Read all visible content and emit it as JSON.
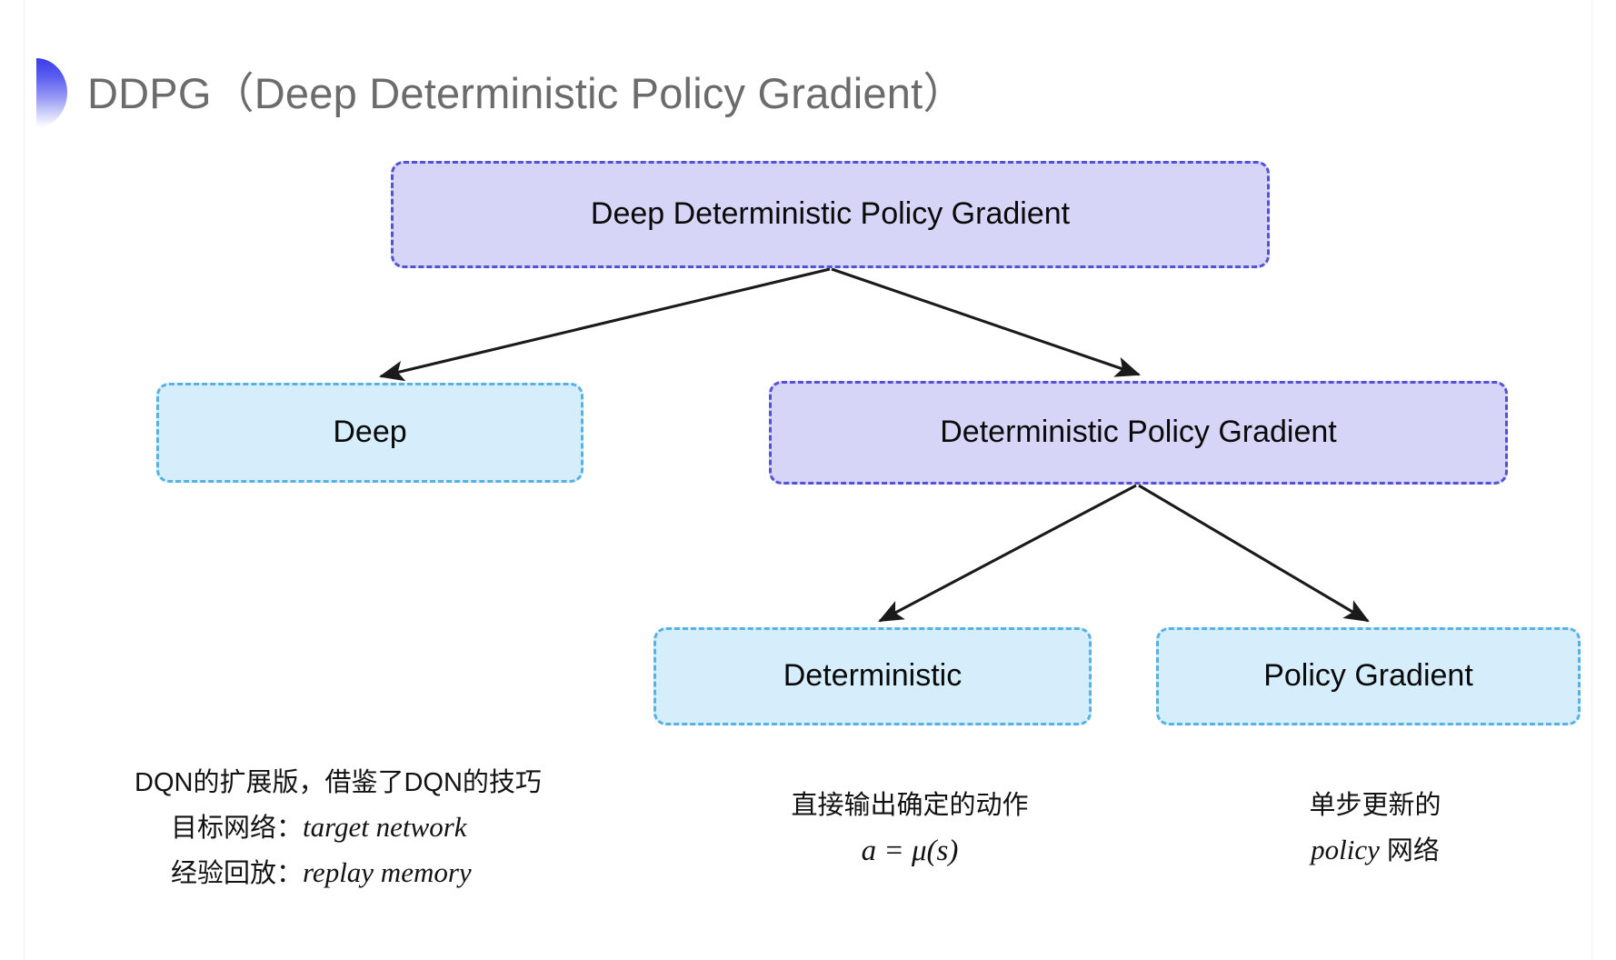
{
  "slide": {
    "title": "DDPG（Deep Deterministic Policy Gradient）",
    "background_color": "#ffffff"
  },
  "colors": {
    "title_text": "#6b6b6b",
    "bullet_gradient_top": "#3a3ce8",
    "bullet_gradient_bottom": "#ffffff",
    "purple_node_fill": "#d6d5f8",
    "purple_node_border": "#5451d6",
    "blue_node_fill": "#d6eefb",
    "blue_node_border": "#56b2e3",
    "arrow": "#1a1a1a",
    "body_text": "#121212"
  },
  "diagram": {
    "nodes": [
      {
        "id": "root",
        "label": "Deep Deterministic Policy Gradient",
        "style": "purple"
      },
      {
        "id": "deep",
        "label": "Deep",
        "style": "blue"
      },
      {
        "id": "dpg",
        "label": "Deterministic Policy Gradient",
        "style": "purple"
      },
      {
        "id": "deterministic",
        "label": "Deterministic",
        "style": "blue"
      },
      {
        "id": "policy_gradient",
        "label": "Policy Gradient",
        "style": "blue"
      }
    ],
    "edges": [
      {
        "from": "root",
        "to": "deep"
      },
      {
        "from": "root",
        "to": "dpg"
      },
      {
        "from": "dpg",
        "to": "deterministic"
      },
      {
        "from": "dpg",
        "to": "policy_gradient"
      }
    ]
  },
  "captions": {
    "deep": {
      "line1": "DQN的扩展版，借鉴了DQN的技巧",
      "line2_label": "目标网络：",
      "line2_term": "target network",
      "line3_label": "经验回放：",
      "line3_term": "replay memory"
    },
    "deterministic": {
      "line1": "直接输出确定的动作",
      "formula": "a = μ(s)"
    },
    "policy_gradient": {
      "line1": "单步更新的",
      "line2_term": "policy",
      "line2_suffix": " 网络"
    }
  }
}
